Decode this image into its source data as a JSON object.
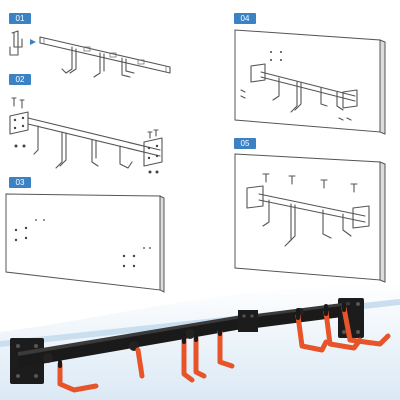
{
  "steps": [
    {
      "label": "01"
    },
    {
      "label": "02"
    },
    {
      "label": "03"
    },
    {
      "label": "04"
    },
    {
      "label": "05"
    }
  ],
  "colors": {
    "badge": "#3b82c4",
    "rail": "#1a1a1a",
    "hook": "#e8542a",
    "background_band": "#dbe9f5"
  }
}
